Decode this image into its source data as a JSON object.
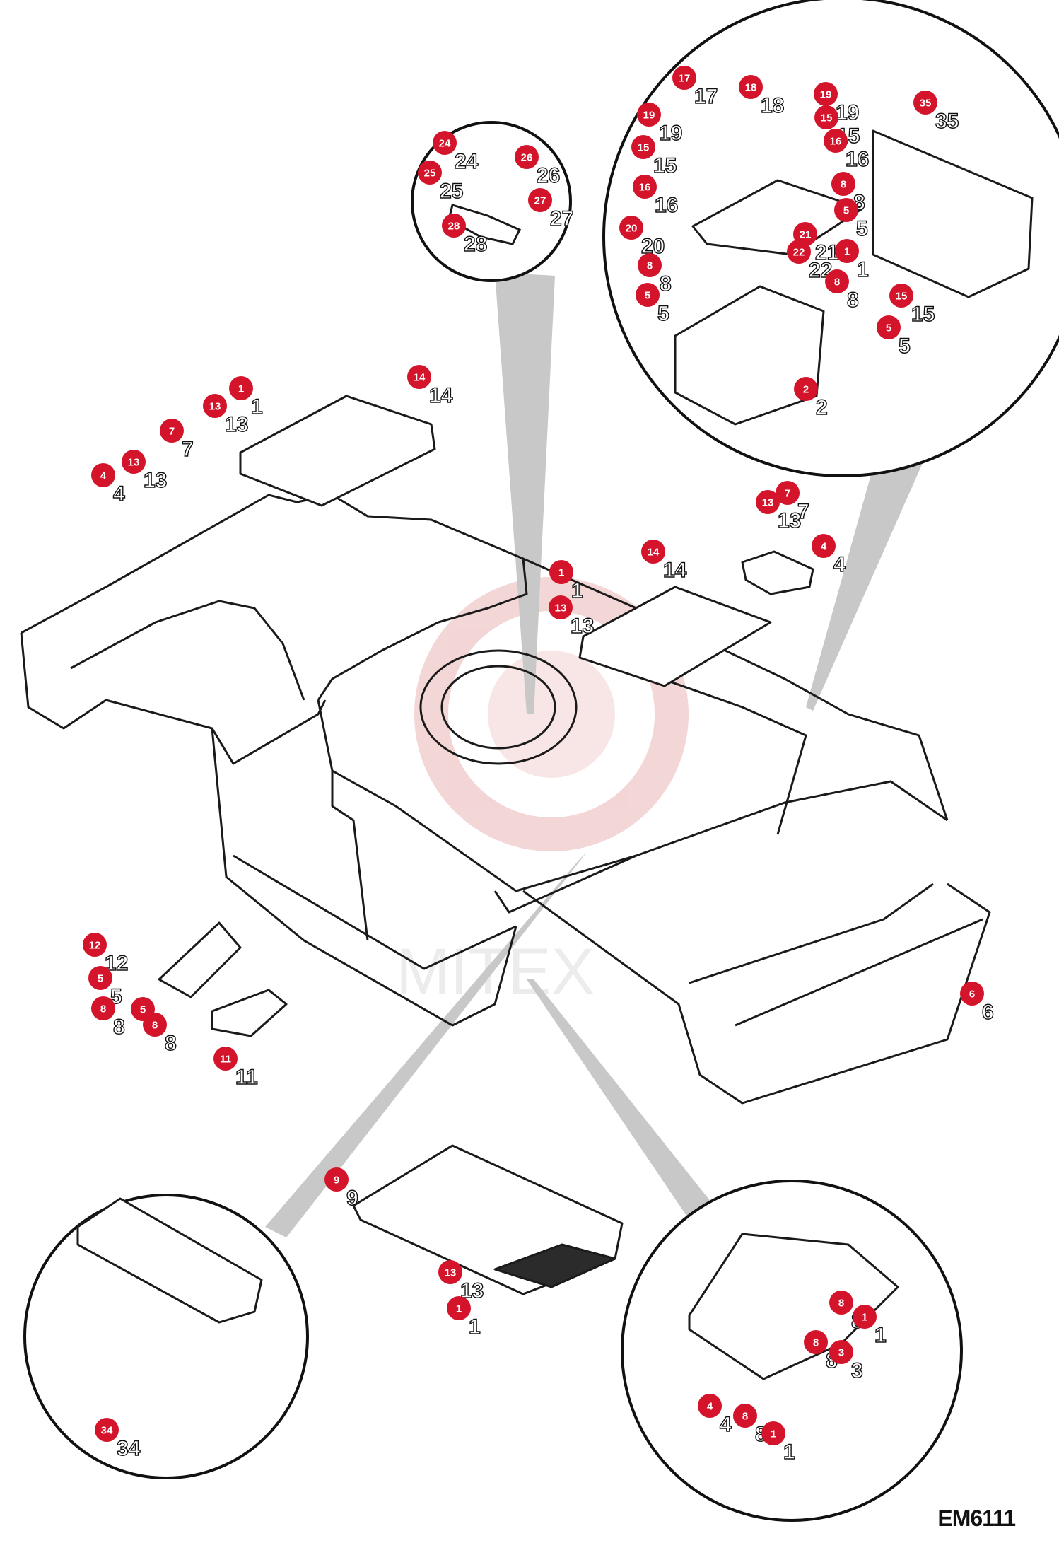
{
  "drawing_code": "EM6111",
  "colors": {
    "badge": "#d4142b",
    "line": "#1a1a1a",
    "leader": "#bdbdbd",
    "watermark": "#e8b6b6"
  },
  "callouts": {
    "top_right": [
      "17",
      "18",
      "19",
      "19",
      "15",
      "15",
      "16",
      "16",
      "20",
      "8",
      "5",
      "21",
      "22",
      "8",
      "5",
      "1",
      "8",
      "15",
      "5",
      "2",
      "35"
    ],
    "top_center": [
      "24",
      "25",
      "26",
      "27",
      "28"
    ],
    "main": [
      "1",
      "13",
      "14",
      "7",
      "13",
      "4",
      "14",
      "1",
      "13",
      "13",
      "7",
      "4",
      "12",
      "5",
      "8",
      "5",
      "8",
      "11",
      "6"
    ],
    "bottom_left": [
      "34"
    ],
    "bottom_center": [
      "9",
      "13",
      "1"
    ],
    "bottom_right": [
      "8",
      "1",
      "8",
      "3",
      "4",
      "8",
      "1"
    ]
  }
}
